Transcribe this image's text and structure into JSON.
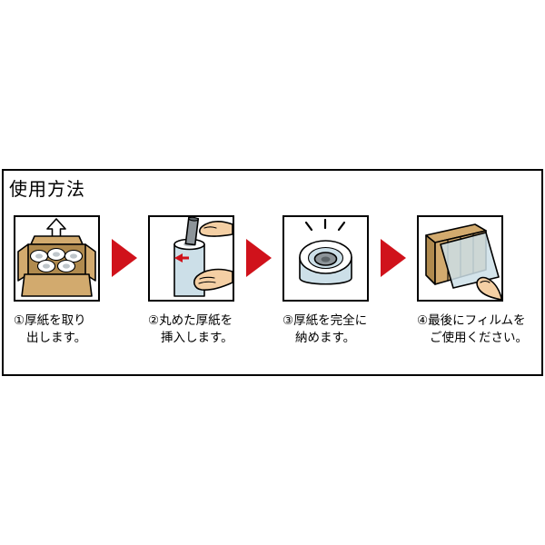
{
  "title": "使用方法",
  "steps": [
    {
      "illustration": "open-cardboard-box-with-paper-rolls",
      "caption_line1": "①厚紙を取り",
      "caption_line2": "出します。"
    },
    {
      "illustration": "hands-inserting-rolled-cardboard-into-film-roll",
      "caption_line1": "②丸めた厚紙を",
      "caption_line2": "挿入します。"
    },
    {
      "illustration": "cardboard-core-fully-inserted-top-view",
      "caption_line1": "③厚紙を完全に",
      "caption_line2": "納めます。"
    },
    {
      "illustration": "pulling-film-from-dispenser-box",
      "caption_line1": "④最後にフィルムを",
      "caption_line2": "ご使用ください。"
    }
  ],
  "colors": {
    "arrow_red": "#d0121b",
    "cardboard_tan": "#d2aa6e",
    "cardboard_dark": "#b08a4e",
    "film_blue": "#ccdfe8",
    "tube_grey": "#8d9499",
    "skin": "#f4cfa4"
  }
}
